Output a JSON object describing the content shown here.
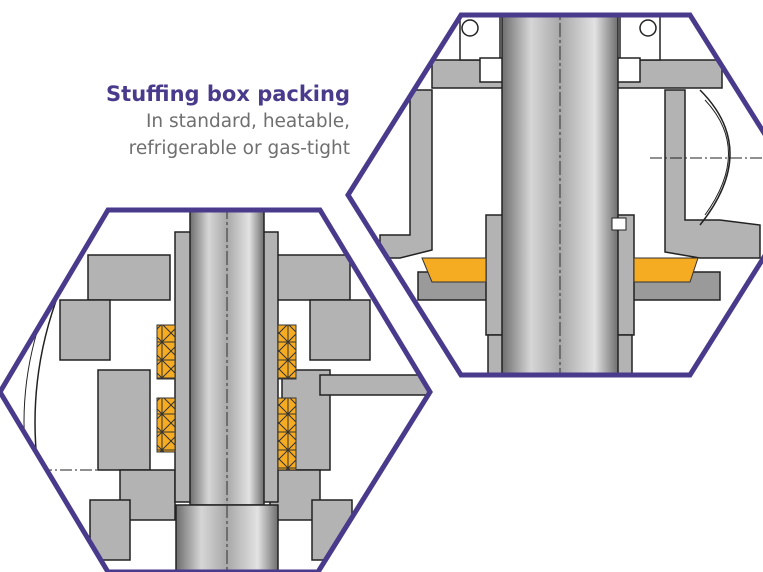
{
  "caption": {
    "title": "Stuffing box packing",
    "subtitle_line1": "In standard, heatable,",
    "subtitle_line2": "refrigerable or gas-tight"
  },
  "colors": {
    "frame": "#4a3a8c",
    "metal": "#b3b3b3",
    "metal_dark": "#8e8e8e",
    "packing": "#f5ab22",
    "background": "#ffffff"
  }
}
